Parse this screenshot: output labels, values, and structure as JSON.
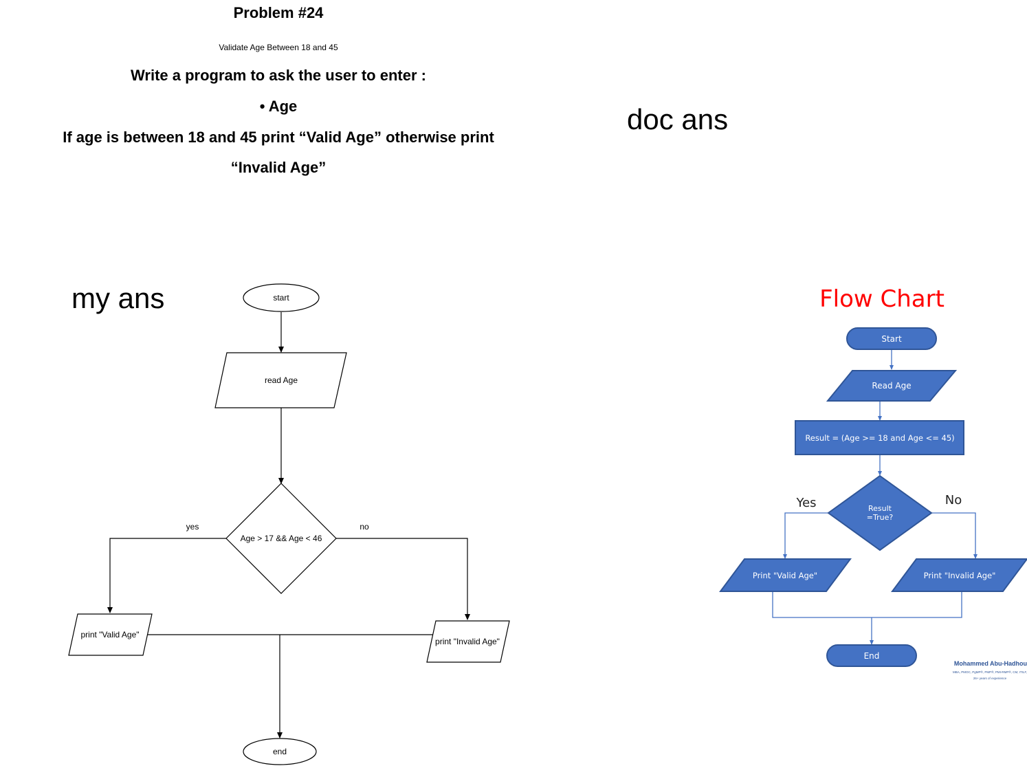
{
  "problem": {
    "title": "Problem #24",
    "subtitle": "Validate Age Between 18 and 45",
    "instruction": "Write a program to ask the user to enter :",
    "bullet": "• Age",
    "condition_line1": "If age is between 18 and 45 print “Valid Age” otherwise print",
    "condition_line2": "“Invalid Age”"
  },
  "labels": {
    "doc_answer": "doc ans",
    "my_answer": "my ans"
  },
  "my_flowchart": {
    "start": "start",
    "read": "read Age",
    "decision": "Age > 17 && Age < 46",
    "yes_label": "yes",
    "no_label": "no",
    "print_valid": "print \"Valid Age\"",
    "print_invalid": "print \"Invalid Age\"",
    "end": "end"
  },
  "doc_flowchart": {
    "title": "Flow Chart",
    "start": "Start",
    "read": "Read Age",
    "process": "Result = (Age >= 18 and Age <= 45)",
    "decision_line1": "Result",
    "decision_line2": "=True?",
    "yes_label": "Yes",
    "no_label": "No",
    "print_valid": "Print \"Valid Age\"",
    "print_invalid": "Print \"Invalid Age\"",
    "end": "End",
    "author": "Mohammed Abu-Hadhou",
    "author_credentials": "MBA, PMOC, PgMP®, PMP®, PMI-RMP®, CM, ITILF,",
    "author_experience": "26+ years of experience"
  },
  "colors": {
    "doc_shape_fill": "#4472c4",
    "doc_shape_stroke": "#2f5597",
    "doc_title": "#ff0000",
    "doc_line": "#4472c4",
    "doc_author": "#2f5597"
  }
}
